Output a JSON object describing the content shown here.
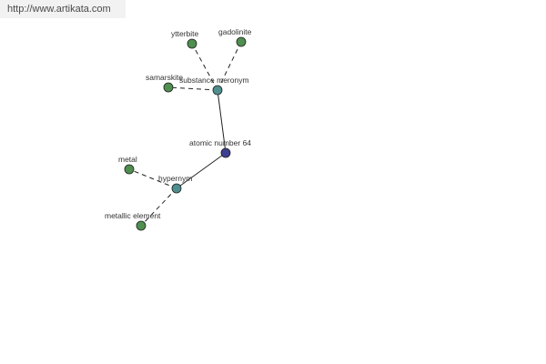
{
  "site": {
    "url": "http://www.artikata.com"
  },
  "graph": {
    "nodes": [
      {
        "id": "atomic",
        "label": "atomic number 64",
        "kind": "center",
        "color": "#3f3f8f"
      },
      {
        "id": "substance",
        "label": "substance meronym",
        "kind": "relation",
        "color": "#4f8f8f"
      },
      {
        "id": "hypernym",
        "label": "hypernym",
        "kind": "relation",
        "color": "#4f8f8f"
      },
      {
        "id": "ytterbite",
        "label": "ytterbite",
        "kind": "term",
        "color": "#4f8f4f"
      },
      {
        "id": "gadolinite",
        "label": "gadolinite",
        "kind": "term",
        "color": "#4f8f4f"
      },
      {
        "id": "samarskite",
        "label": "samarskite",
        "kind": "term",
        "color": "#4f8f4f"
      },
      {
        "id": "metal",
        "label": "metal",
        "kind": "term",
        "color": "#4f8f4f"
      },
      {
        "id": "metallic",
        "label": "metallic element",
        "kind": "term",
        "color": "#4f8f4f"
      }
    ],
    "edges": [
      {
        "from": "atomic",
        "to": "substance",
        "style": "solid"
      },
      {
        "from": "atomic",
        "to": "hypernym",
        "style": "solid"
      },
      {
        "from": "substance",
        "to": "ytterbite",
        "style": "dashed"
      },
      {
        "from": "substance",
        "to": "gadolinite",
        "style": "dashed"
      },
      {
        "from": "substance",
        "to": "samarskite",
        "style": "dashed"
      },
      {
        "from": "hypernym",
        "to": "metal",
        "style": "dashed"
      },
      {
        "from": "hypernym",
        "to": "metallic",
        "style": "dashed"
      }
    ]
  }
}
